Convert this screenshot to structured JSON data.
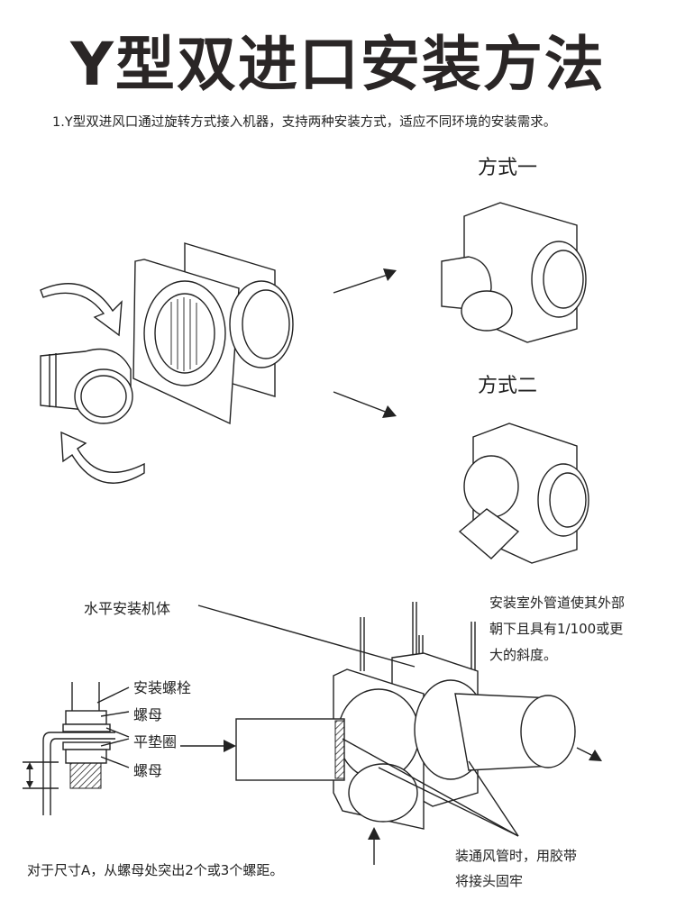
{
  "title": "Y型双进口安装方法",
  "intro": "1.Y型双进风口通过旋转方式接入机器，支持两种安装方式，适应不同环境的安装需求。",
  "methods": [
    {
      "label": "方式一"
    },
    {
      "label": "方式二"
    }
  ],
  "install": {
    "horizontal_label": "水平安装机体",
    "slope_note": [
      "安装室外管道使其外部",
      "朝下且具有1/100或更",
      "大的斜度。"
    ],
    "bolt_parts": [
      "安装螺栓",
      "螺母",
      "平垫圈",
      "螺母"
    ],
    "dimension_note": "对于尺寸A，从螺母处突出2个或3个螺距。",
    "tape_note": [
      "装通风管时，用胶带",
      "将接头固牢"
    ]
  },
  "colors": {
    "text": "#222222",
    "title": "#2a2626",
    "background": "#ffffff"
  }
}
